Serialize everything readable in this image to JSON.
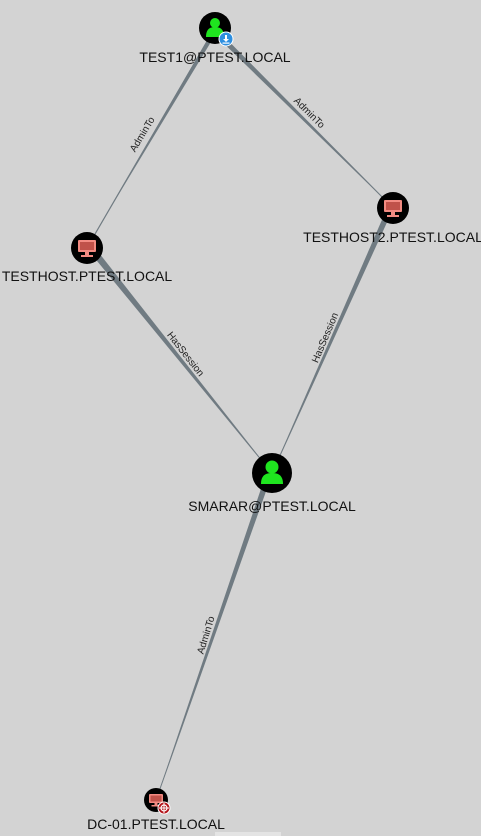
{
  "graph": {
    "nodes": {
      "test1": {
        "label": "TEST1@PTEST.LOCAL",
        "kind": "user",
        "badge": "download-icon",
        "fill": "#1fe51f",
        "badge_color": "#2e8fe0"
      },
      "testhost": {
        "label": "TESTHOST.PTEST.LOCAL",
        "kind": "computer",
        "fill": "#f28b82"
      },
      "testhost2": {
        "label": "TESTHOST2.PTEST.LOCAL",
        "kind": "computer",
        "fill": "#f28b82"
      },
      "smarar": {
        "label": "SMARAR@PTEST.LOCAL",
        "kind": "user",
        "fill": "#1fe51f"
      },
      "dc01": {
        "label": "DC-01.PTEST.LOCAL",
        "kind": "computer",
        "badge": "target-icon",
        "fill": "#f28b82",
        "badge_color": "#b3141a"
      }
    },
    "edges": {
      "test1_testhost": {
        "label": "AdminTo"
      },
      "test1_testhost2": {
        "label": "AdminTo"
      },
      "testhost_smarar": {
        "label": "HasSession"
      },
      "testhost2_smarar": {
        "label": "HasSession"
      },
      "smarar_dc01": {
        "label": "AdminTo"
      }
    },
    "colors": {
      "background": "#d3d3d3",
      "edge": "#707b82",
      "node_circle": "#000000"
    }
  }
}
